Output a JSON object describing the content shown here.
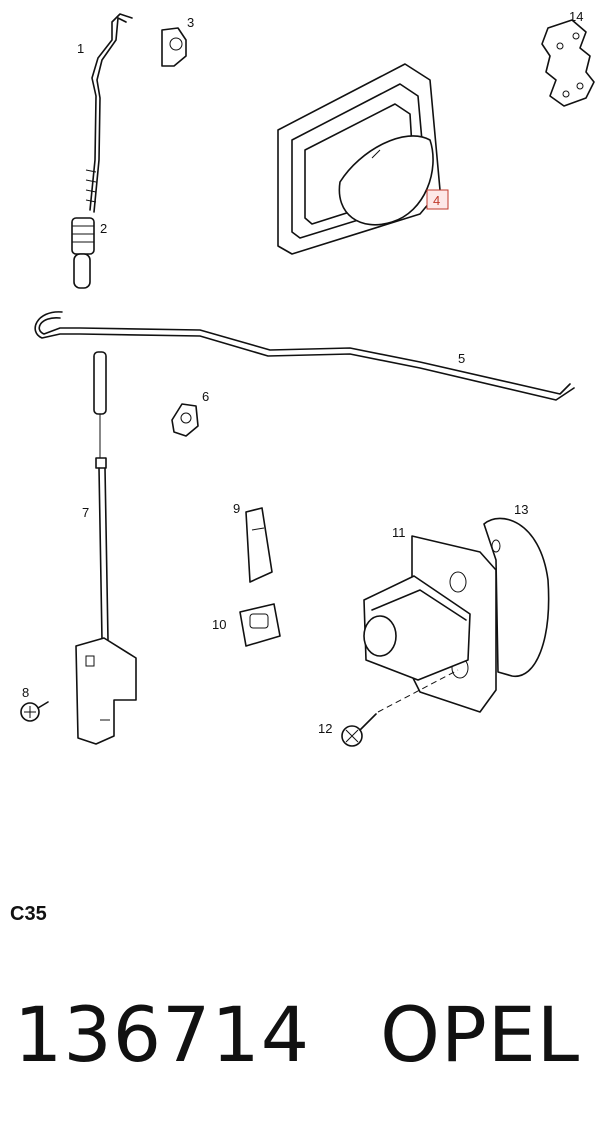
{
  "diagram": {
    "callouts": [
      {
        "id": "1",
        "label": "1"
      },
      {
        "id": "2",
        "label": "2"
      },
      {
        "id": "3",
        "label": "3"
      },
      {
        "id": "4",
        "label": "4",
        "highlighted": true
      },
      {
        "id": "5",
        "label": "5"
      },
      {
        "id": "6",
        "label": "6"
      },
      {
        "id": "7",
        "label": "7"
      },
      {
        "id": "8",
        "label": "8"
      },
      {
        "id": "9",
        "label": "9"
      },
      {
        "id": "10",
        "label": "10"
      },
      {
        "id": "11",
        "label": "11"
      },
      {
        "id": "12",
        "label": "12"
      },
      {
        "id": "13",
        "label": "13"
      },
      {
        "id": "14",
        "label": "14"
      }
    ],
    "highlight_color": "#c0392b"
  },
  "footer": {
    "code": "C35",
    "part_number": "136714",
    "brand": "OPEL"
  }
}
